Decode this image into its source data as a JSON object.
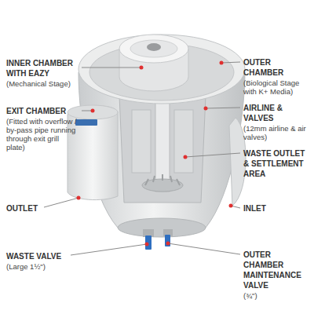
{
  "diagram": {
    "labels": [
      "INNER CHAMBER WITH EAZY",
      "(Mechanical Stage)",
      "EXIT CHAMBER",
      "(Fitted with overflow / by-pass pipe running through exit grill plate)",
      "OUTLET",
      "WASTE VALVE",
      "(Large 1½\")",
      "OUTER CHAMBER",
      "(Biological Stage with K+ Media)",
      "AIRLINE & VALVES",
      "(12mm airline & air valves)",
      "WASTE OUTLET & SETTLEMENT AREA",
      "INLET",
      "OUTER CHAMBER MAINTENANCE VALVE",
      "(¾\")"
    ]
  }
}
